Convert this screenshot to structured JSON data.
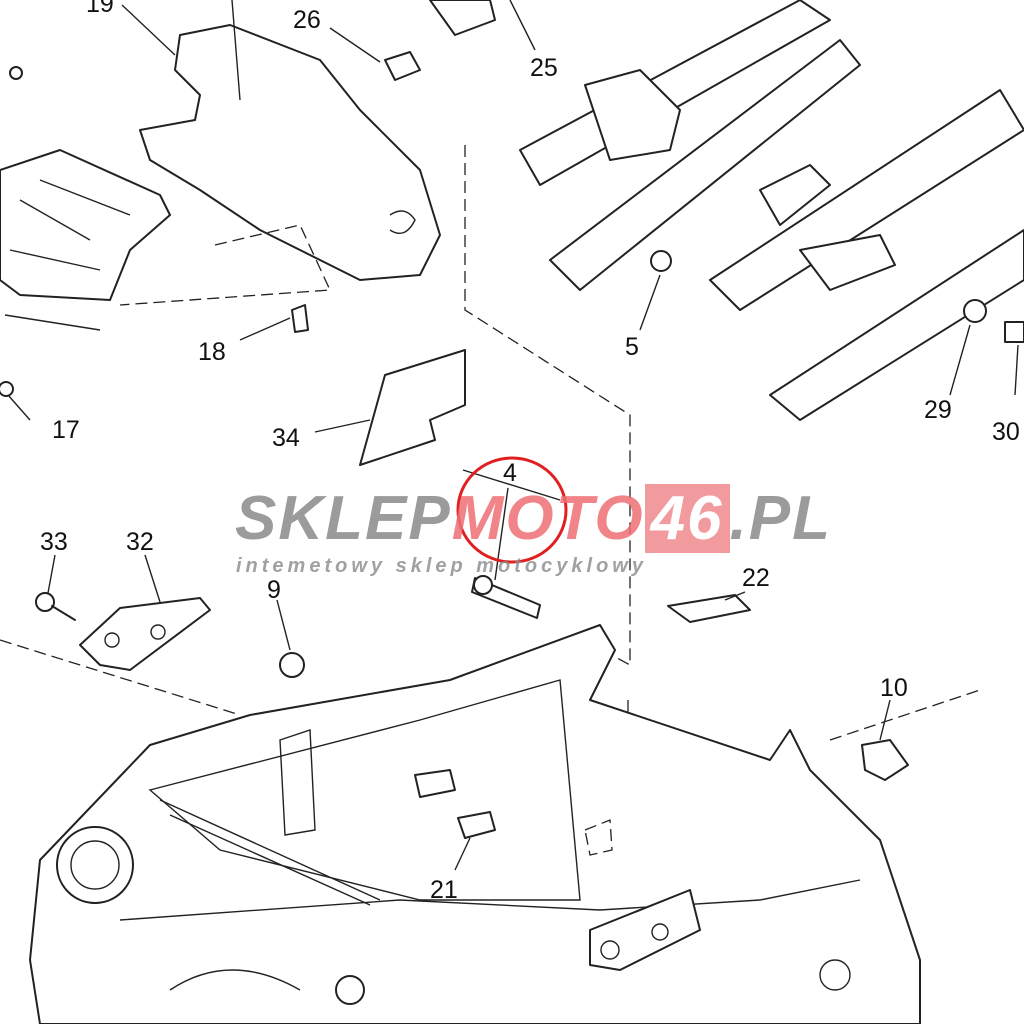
{
  "diagram": {
    "part_labels": [
      "19",
      "26",
      "25",
      "5",
      "29",
      "30",
      "18",
      "17",
      "34",
      "4",
      "22",
      "33",
      "32",
      "9",
      "10",
      "21"
    ],
    "highlight_color": "#e02020"
  },
  "watermark": {
    "brand_gray": "SKLEP",
    "brand_red": "MOTO",
    "brand_box": "46",
    "brand_suffix": ".PL",
    "tagline": "intemetowy sklep motocyklowy"
  }
}
